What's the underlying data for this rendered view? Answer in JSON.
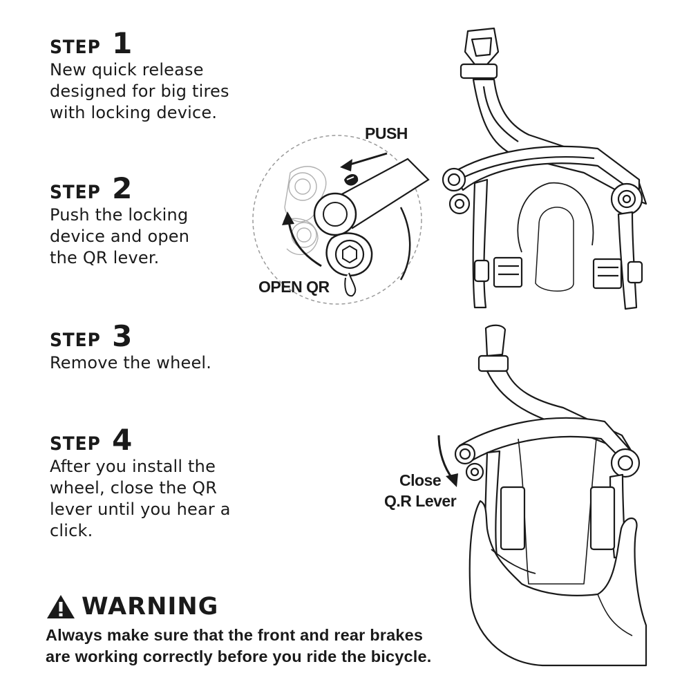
{
  "steps": [
    {
      "word": "STEP",
      "number": "1",
      "lines": [
        "New quick release",
        "designed for big tires",
        "with locking device."
      ]
    },
    {
      "word": "STEP",
      "number": "2",
      "lines": [
        "Push the locking",
        "device and open",
        "the QR lever."
      ]
    },
    {
      "word": "STEP",
      "number": "3",
      "lines": [
        "Remove the wheel."
      ]
    },
    {
      "word": "STEP",
      "number": "4",
      "lines": [
        "After you install the",
        "wheel, close the QR",
        "lever until you hear a",
        "click."
      ]
    }
  ],
  "warning": {
    "icon": "warning-triangle-icon",
    "title": "WARNING",
    "lines": [
      "Always make sure that the front and rear brakes",
      "are working correctly before you ride the bicycle."
    ]
  },
  "callouts": {
    "push": "PUSH",
    "open_qr": "OPEN QR",
    "close_lines": [
      "Close",
      "Q.R Lever"
    ]
  },
  "colors": {
    "ink": "#1a1a1a",
    "grey_line": "#9a9a9a"
  }
}
